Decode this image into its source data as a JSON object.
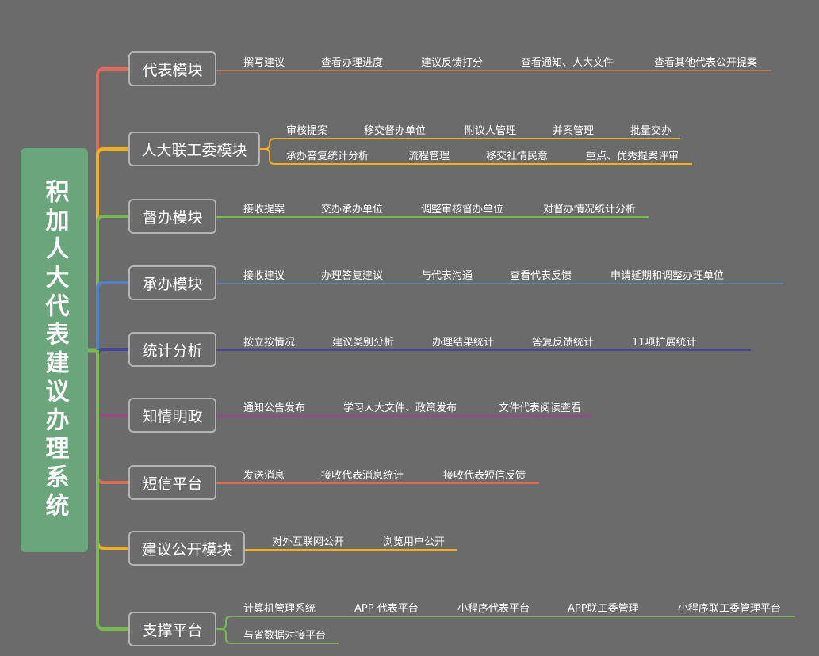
{
  "root": {
    "title": "积加人大代表建议办理系统"
  },
  "modules": [
    {
      "label": "代表模块",
      "color": "#e06a58",
      "rows": [
        [
          "撰写建议",
          "查看办理进度",
          "建议反馈打分",
          "查看通知、人大文件",
          "查看其他代表公开提案"
        ]
      ]
    },
    {
      "label": "人大联工委模块",
      "color": "#f0b020",
      "rows": [
        [
          "审核提案",
          "移交督办单位",
          "附议人管理",
          "并案管理",
          "批量交办"
        ],
        [
          "承办答复统计分析",
          "流程管理",
          "移交社情民意",
          "重点、优秀提案评审"
        ]
      ]
    },
    {
      "label": "督办模块",
      "color": "#78b850",
      "rows": [
        [
          "接收提案",
          "交办承办单位",
          "调整审核督办单位",
          "对督办情况统计分析"
        ]
      ]
    },
    {
      "label": "承办模块",
      "color": "#4e84c4",
      "rows": [
        [
          "接收建议",
          "办理答复建议",
          "与代表沟通",
          "查看代表反馈",
          "申请延期和调整办理单位"
        ]
      ]
    },
    {
      "label": "统计分析",
      "color": "#4a4590",
      "rows": [
        [
          "按立按情况",
          "建议类别分析",
          "办理结果统计",
          "答复反馈统计",
          "11项扩展统计"
        ]
      ]
    },
    {
      "label": "知情明政",
      "color": "#9a4a80",
      "rows": [
        [
          "通知公告发布",
          "学习人大文件、政策发布",
          "文件代表阅读查看"
        ]
      ]
    },
    {
      "label": "短信平台",
      "color": "#e06a58",
      "rows": [
        [
          "发送消息",
          "接收代表消息统计",
          "接收代表短信反馈"
        ]
      ]
    },
    {
      "label": "建议公开模块",
      "color": "#f0b020",
      "rows": [
        [
          "对外互联网公开",
          "浏览用户公开"
        ]
      ]
    },
    {
      "label": "支撑平台",
      "color": "#78b850",
      "rows": [
        [
          "计算机管理系统",
          "APP 代表平台",
          "小程序代表平台",
          "APP联工委管理",
          "小程序联工委管理平台"
        ],
        [
          "与省数据对接平台"
        ]
      ]
    }
  ]
}
